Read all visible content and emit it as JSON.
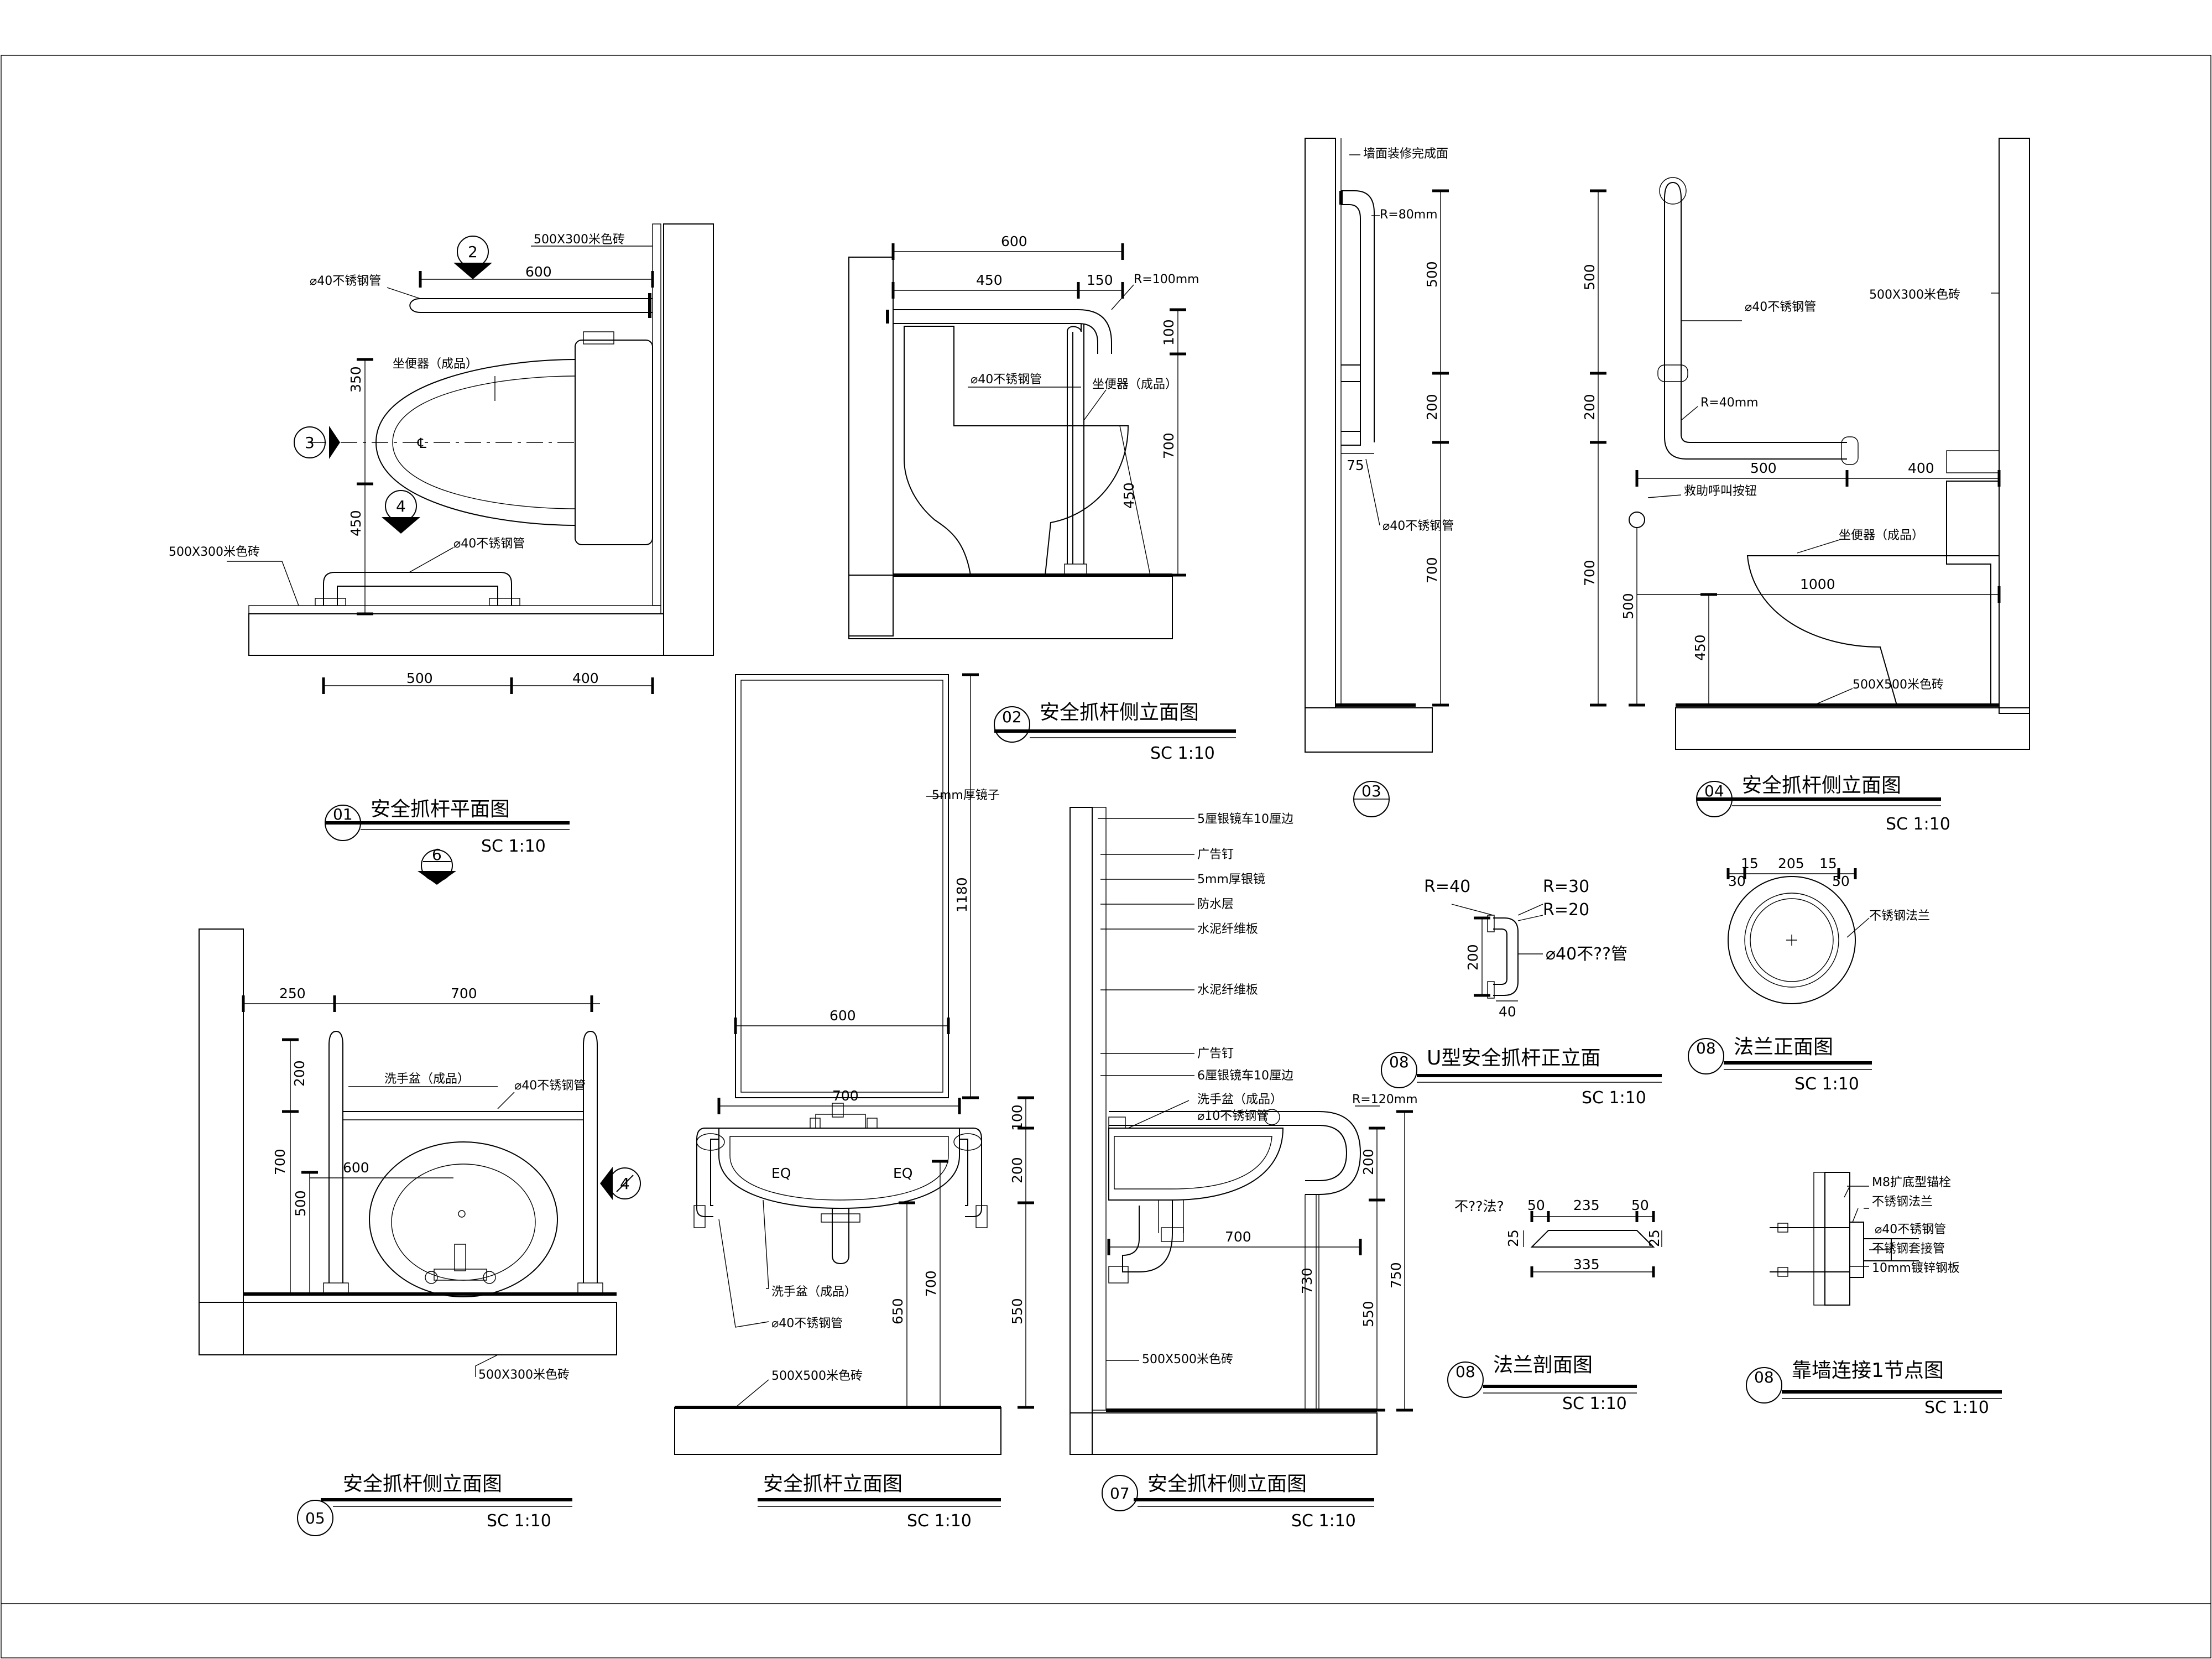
{
  "v01": {
    "title": "安全抓杆平面图",
    "scale": "SC 1:10",
    "tag": "01",
    "bubble_top": "2",
    "bubble_left": "3",
    "bubble_mid": "4",
    "bubble_bottom": "6",
    "tile_top": "500X300米色砖",
    "pipe_top": "⌀40不锈钢管",
    "dim_600": "600",
    "toilet": "坐便器（成品）",
    "dim_350": "350",
    "dim_450": "450",
    "cl": "℄",
    "tile_left": "500X300米色砖",
    "pipe_bottom": "⌀40不锈钢管",
    "dim_500": "500",
    "dim_400": "400"
  },
  "v02": {
    "title": "安全抓杆侧立面图",
    "scale": "SC 1:10",
    "tag": "02",
    "dim_600": "600",
    "dim_450": "450",
    "dim_150": "150",
    "r": "R=100mm",
    "dim_100": "100",
    "pipe": "⌀40不锈钢管",
    "toilet": "坐便器（成品）",
    "dim_700": "700",
    "dim_450b": "450"
  },
  "v03": {
    "tag": "03",
    "wall": "墙面装修完成面",
    "r": "R=80mm",
    "dim_500": "500",
    "dim_200": "200",
    "dim_700": "700",
    "dim_75": "75",
    "pipe": "⌀40不锈钢管"
  },
  "v04": {
    "title": "安全抓杆侧立面图",
    "scale": "SC 1:10",
    "tag": "04",
    "dim_500": "500",
    "dim_200": "200",
    "dim_700": "700",
    "dim_500b": "500",
    "dim_450": "450",
    "pipe": "⌀40不锈钢管",
    "r": "R=40mm",
    "tile": "500X300米色砖",
    "dim_500h": "500",
    "dim_400h": "400",
    "call": "救助呼叫按钮",
    "toilet": "坐便器（成品）",
    "dim_1000": "1000",
    "floor": "500X500米色砖"
  },
  "v05": {
    "title": "安全抓杆侧立面图",
    "scale": "SC 1:10",
    "tag": "05",
    "bubble": "4",
    "dim_250": "250",
    "dim_700": "700",
    "dim_200": "200",
    "dim_700v": "700",
    "dim_500": "500",
    "dim_600": "600",
    "basin": "洗手盆（成品）",
    "pipe": "⌀40不锈钢管",
    "tile": "500X300米色砖"
  },
  "v06": {
    "title": "安全抓杆立面图",
    "scale": "SC 1:10",
    "mirror": "5mm厚镜子",
    "dim_1180": "1180",
    "dim_600": "600",
    "dim_700": "700",
    "eq1": "EQ",
    "eq2": "EQ",
    "dim_100": "100",
    "dim_200": "200",
    "dim_700v": "700",
    "dim_650": "650",
    "dim_550": "550",
    "basin": "洗手盆（成品）",
    "pipe": "⌀40不锈钢管",
    "floor": "500X500米色砖"
  },
  "v07": {
    "title": "安全抓杆侧立面图",
    "scale": "SC 1:10",
    "tag": "07",
    "layers": [
      "5厘银镜车10厘边",
      "广告钉",
      "5mm厚银镜",
      "防水层",
      "水泥纤维板",
      "水泥纤维板",
      "广告钉",
      "6厘银镜车10厘边"
    ],
    "basin": "洗手盆（成品）",
    "pipe": "⌀10不锈钢管",
    "r": "R=120mm",
    "dim_700": "700",
    "dim_200": "200",
    "dim_550": "550",
    "dim_730": "730",
    "dim_750": "750",
    "floor": "500X500米色砖"
  },
  "v08a": {
    "title": "U型安全抓杆正立面",
    "scale": "SC 1:10",
    "tag": "08",
    "r40": "R=40",
    "r30": "R=30",
    "r20": "R=20",
    "pipe": "⌀40不??管",
    "dim_200": "200",
    "dim_40": "40"
  },
  "v08b": {
    "title": "法兰正面图",
    "scale": "SC 1:10",
    "tag": "08",
    "d15a": "15",
    "d205": "205",
    "d15b": "15",
    "d30": "30",
    "d50": "50",
    "flange": "不锈钢法兰"
  },
  "v08c": {
    "title": "法兰剖面图",
    "scale": "SC 1:10",
    "tag": "08",
    "label": "不??法?",
    "d50a": "50",
    "d235": "235",
    "d50b": "50",
    "d335": "335",
    "d25a": "25",
    "d25b": "25"
  },
  "v08d": {
    "title": "靠墙连接1节点图",
    "scale": "SC 1:10",
    "tag": "08",
    "notes": [
      "M8扩底型锚栓",
      "不锈钢法兰",
      "⌀40不锈钢管",
      "不锈钢套接管",
      "10mm镀锌钢板"
    ]
  }
}
